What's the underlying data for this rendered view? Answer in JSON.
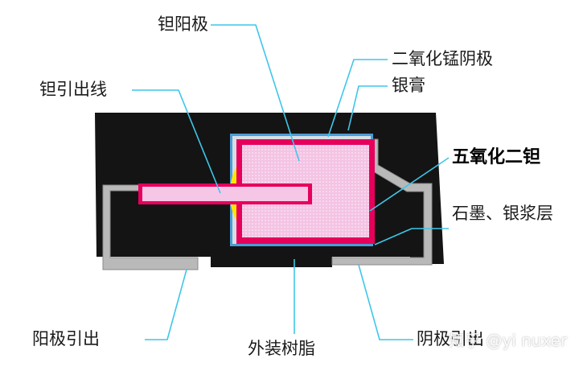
{
  "labels": {
    "tantalum_anode": "钽阳极",
    "mno2_cathode": "二氧化锰阴极",
    "silver_paste": "银膏",
    "tantalum_lead": "钽引出线",
    "tantalum_pentoxide": "五氧化二钽",
    "graphite_silver_layer": "石墨、银浆层",
    "anode_terminal": "阳极引出",
    "molding_resin": "外装树脂",
    "cathode_terminal": "阴极引出"
  },
  "watermark": "知乎 @yi nuxer",
  "colors": {
    "body": "#141414",
    "terminal": "#b9b9b9",
    "anode_core": "#f6c6e6",
    "oxide": "#e6005c",
    "mno2": "#4d9cd6",
    "silver": "#d8dde2",
    "lead_yellow": "#ffe600",
    "leader_line": "#3ec6ea"
  }
}
